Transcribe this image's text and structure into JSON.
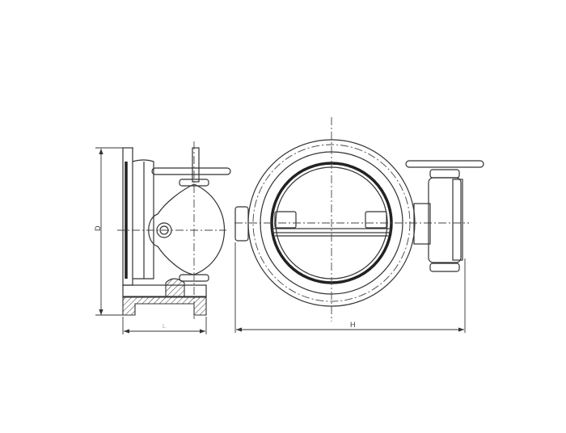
{
  "drawing": {
    "title_visible": false,
    "dimension_labels": {
      "diameter": "D",
      "length": "L",
      "height": "H"
    }
  }
}
